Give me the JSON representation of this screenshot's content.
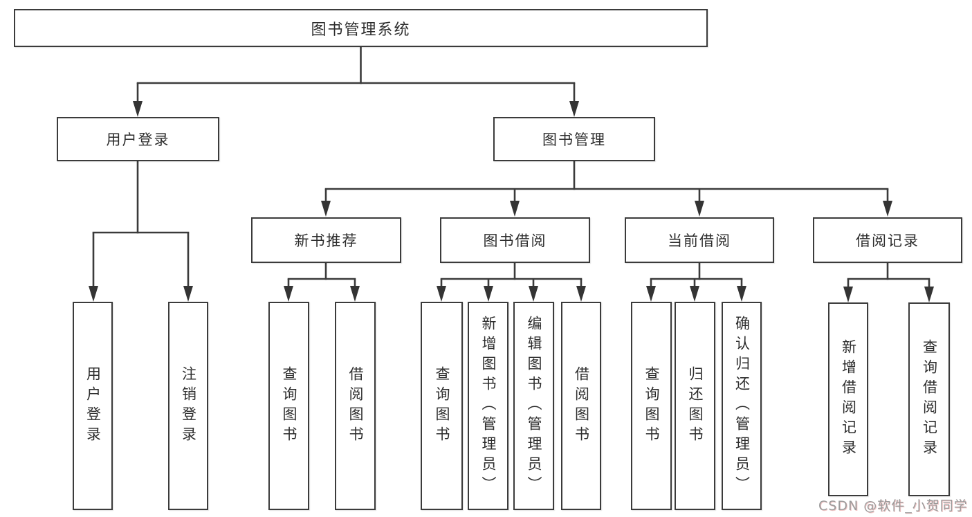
{
  "watermark": "CSDN @软件_小贺同学",
  "colors": {
    "line": "#3b3b3b",
    "text": "#2d2d2d",
    "watermark_gray": "#9b9b9b",
    "background": "#ffffff"
  },
  "tree": {
    "root": {
      "label": "图书管理系统",
      "children": [
        {
          "label": "用户登录",
          "children": [
            {
              "label": "用户登录"
            },
            {
              "label": "注销登录"
            }
          ]
        },
        {
          "label": "图书管理",
          "children": [
            {
              "label": "新书推荐",
              "children": [
                {
                  "label": "查询图书"
                },
                {
                  "label": "借阅图书"
                }
              ]
            },
            {
              "label": "图书借阅",
              "children": [
                {
                  "label": "查询图书"
                },
                {
                  "label": "新增图书（管理员）"
                },
                {
                  "label": "编辑图书（管理员）"
                },
                {
                  "label": "借阅图书"
                }
              ]
            },
            {
              "label": "当前借阅",
              "children": [
                {
                  "label": "查询图书"
                },
                {
                  "label": "归还图书"
                },
                {
                  "label": "确认归还（管理员）"
                }
              ]
            },
            {
              "label": "借阅记录",
              "children": [
                {
                  "label": "新增借阅记录"
                },
                {
                  "label": "查询借阅记录"
                }
              ]
            }
          ]
        }
      ]
    }
  }
}
